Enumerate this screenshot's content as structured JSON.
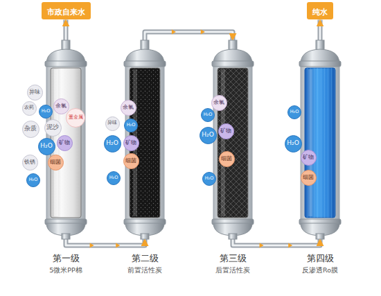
{
  "diagram": {
    "nodes": [
      {
        "text": [
          "市政自来水"
        ]
      },
      {
        "text": [
          "纯水"
        ]
      },
      {
        "text": [
          "第一级",
          "5微米PP棉"
        ]
      },
      {
        "text": [
          "第二级",
          "前置活性炭"
        ]
      },
      {
        "text": [
          "第三级",
          "后置活性炭"
        ]
      },
      {
        "text": [
          "第四级",
          "反渗透Ro膜"
        ]
      },
      {
        "text": [
          "异味"
        ],
        "in": 2
      },
      {
        "text": [
          "农药"
        ],
        "in": 2
      },
      {
        "text": [
          "H₂O"
        ],
        "in": 2
      },
      {
        "text": [
          "余氯"
        ],
        "in": 2
      },
      {
        "text": [
          "重金属"
        ],
        "in": 2
      },
      {
        "text": [
          "杂质"
        ],
        "in": 2
      },
      {
        "text": [
          "泥沙"
        ],
        "in": 2
      },
      {
        "text": [
          "H₂O"
        ],
        "in": 2
      },
      {
        "text": [
          "矿物"
        ],
        "in": 2
      },
      {
        "text": [
          "铁锈"
        ],
        "in": 2
      },
      {
        "text": [
          "细菌"
        ],
        "in": 2
      },
      {
        "text": [
          "H₂O"
        ],
        "in": 2
      },
      {
        "text": [
          "余氯"
        ],
        "in": 3
      },
      {
        "text": [
          "异味"
        ],
        "in": 3
      },
      {
        "text": [
          "H₂O"
        ],
        "in": 3
      },
      {
        "text": [
          "H₂O"
        ],
        "in": 3
      },
      {
        "text": [
          "矿物"
        ],
        "in": 3
      },
      {
        "text": [
          "细菌"
        ],
        "in": 3
      },
      {
        "text": [
          "H₂O"
        ],
        "in": 3
      },
      {
        "text": [
          "余氯"
        ],
        "in": 4
      },
      {
        "text": [
          "H₂O"
        ],
        "in": 4
      },
      {
        "text": [
          "H₂O"
        ],
        "in": 4
      },
      {
        "text": [
          "矿物"
        ],
        "in": 4
      },
      {
        "text": [
          "细菌"
        ],
        "in": 4
      },
      {
        "text": [
          "H₂O"
        ],
        "in": 4
      },
      {
        "text": [
          "H₂O"
        ],
        "in": 5
      },
      {
        "text": [
          "H₂O"
        ],
        "in": 5
      },
      {
        "text": [
          "矿物"
        ],
        "in": 5
      },
      {
        "text": [
          "细菌"
        ],
        "in": 5
      }
    ],
    "edges": [
      {
        "from": 2,
        "to": 0,
        "arrow": "to"
      },
      {
        "from": 2,
        "to": 3,
        "arrow": "to"
      },
      {
        "from": 3,
        "to": 4,
        "arrow": "to"
      },
      {
        "from": 4,
        "to": 5,
        "arrow": "to"
      },
      {
        "from": 5,
        "to": 1,
        "arrow": "to"
      }
    ]
  }
}
